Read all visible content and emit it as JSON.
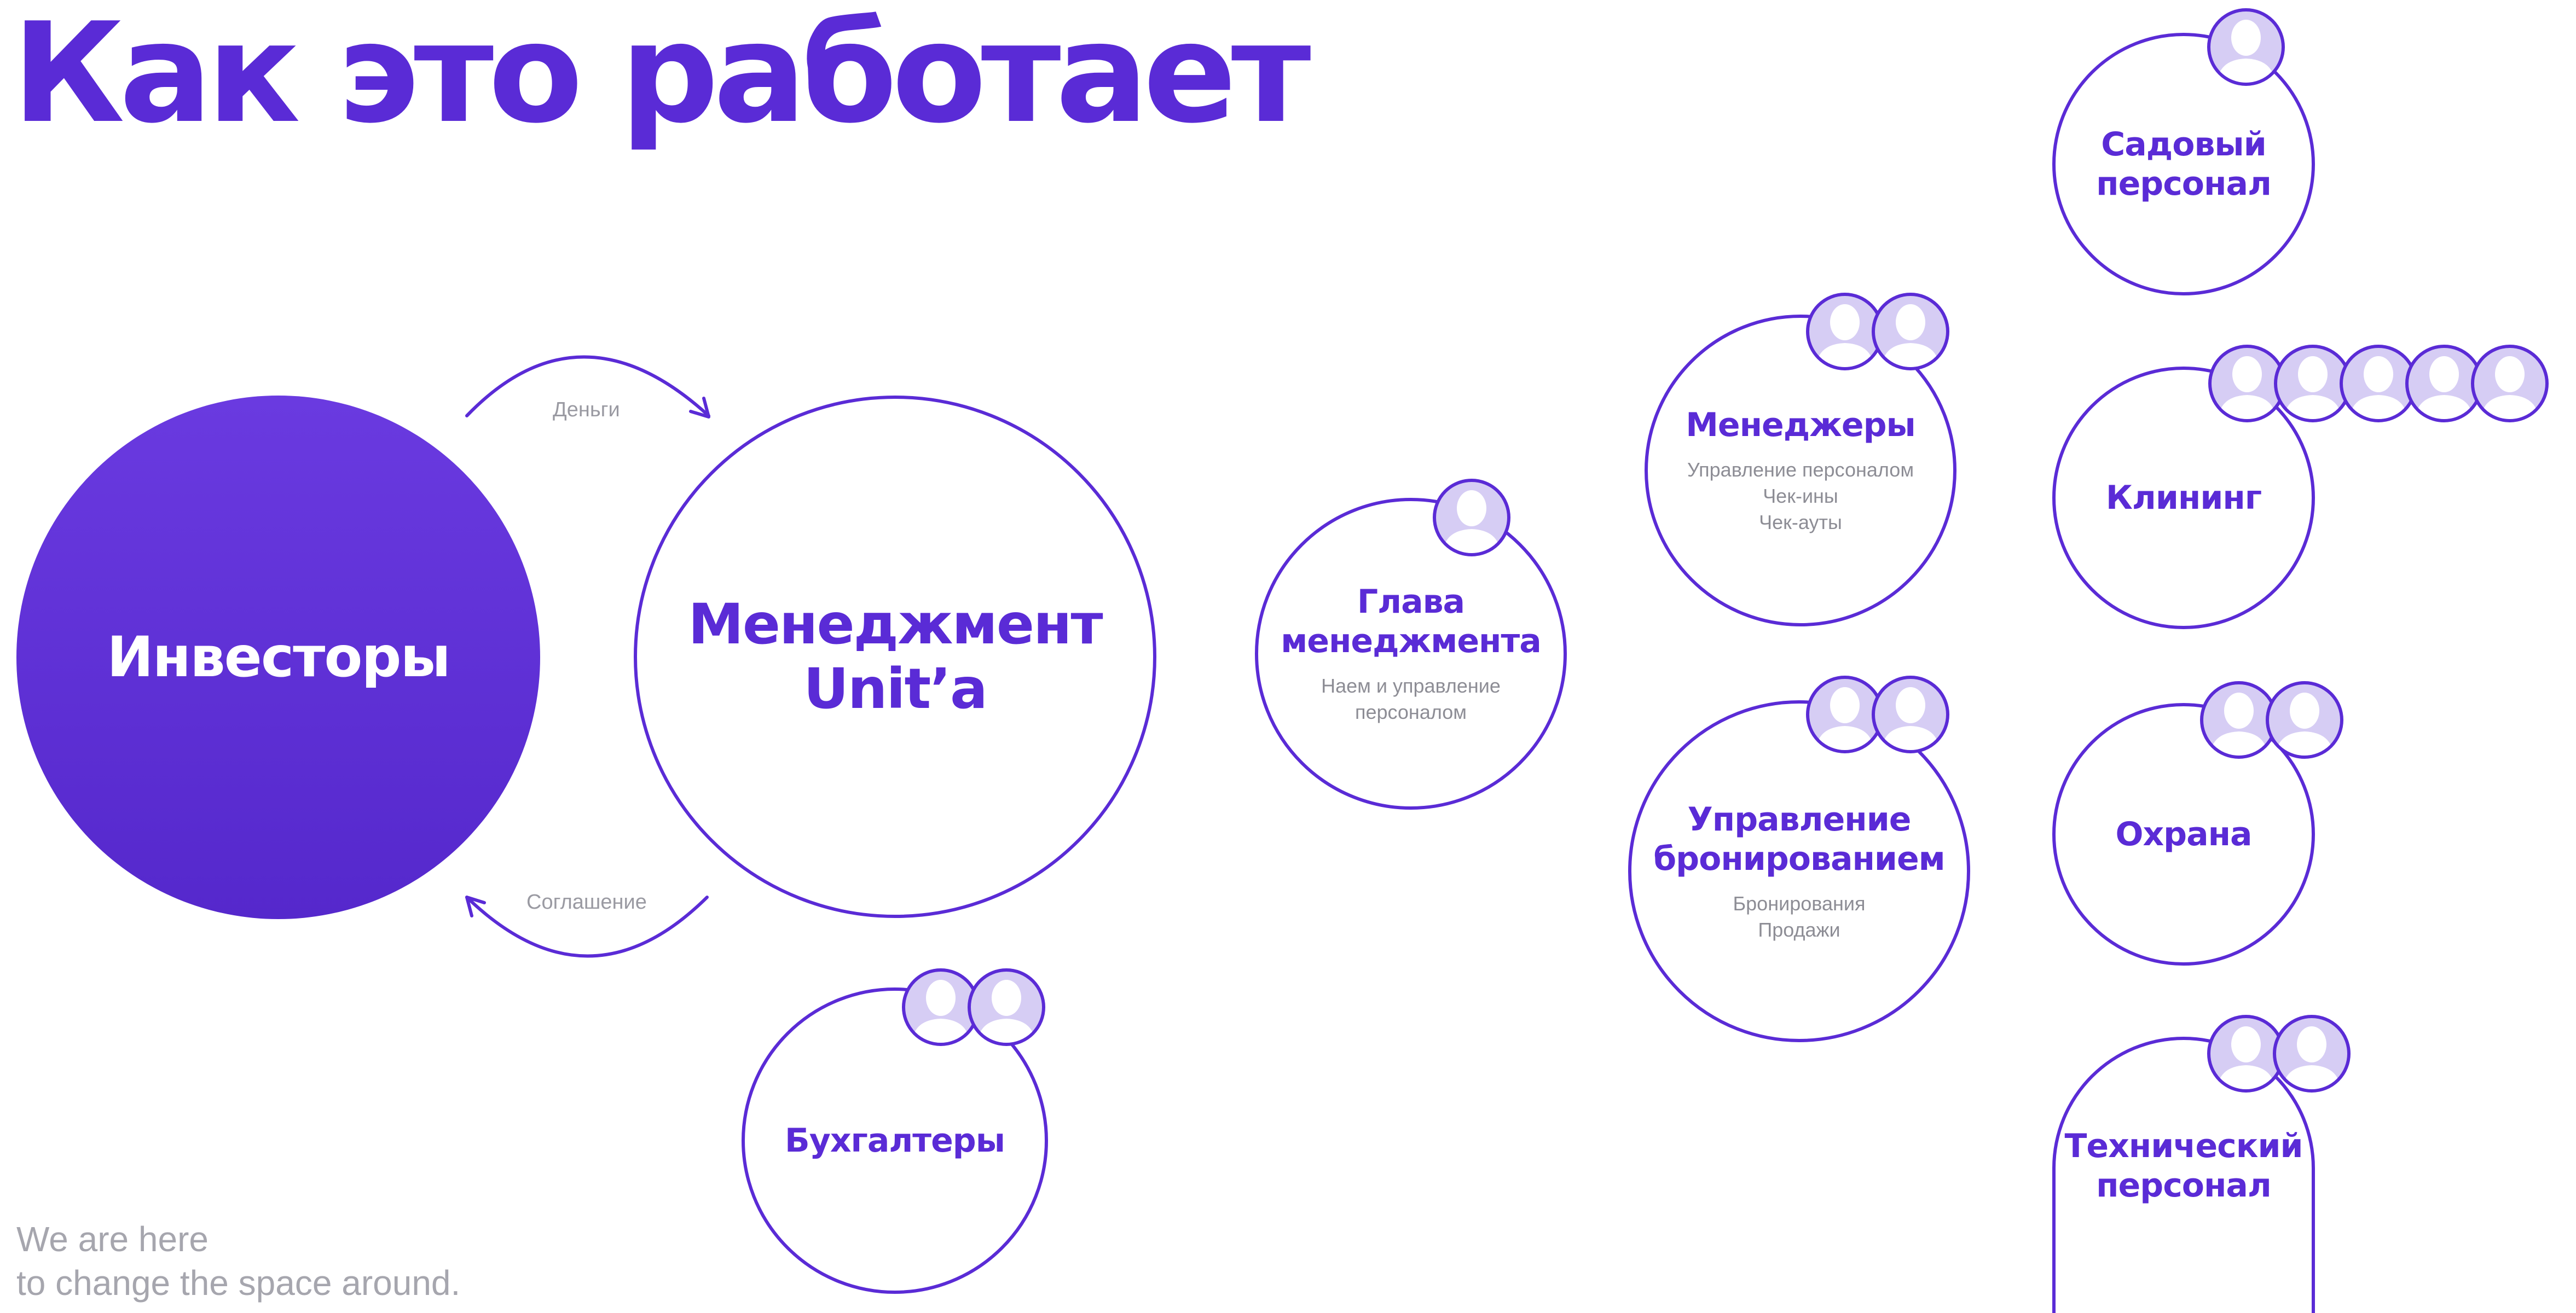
{
  "title": "Как это работает",
  "arrows": {
    "money_label": "Деньги",
    "agreement_label": "Соглашение"
  },
  "nodes": {
    "investors": {
      "name": "Инвесторы"
    },
    "management": {
      "name": "Менеджмент\nUnit’a"
    },
    "accountants": {
      "name": "Бухгалтеры"
    },
    "head": {
      "name": "Глава\nменеджмента",
      "desc": "Наем и управление\nперсоналом"
    },
    "managers": {
      "name": "Менеджеры",
      "desc": "Управление персоналом\nЧек-ины\nЧек-ауты"
    },
    "booking": {
      "name": "Управление\nбронированием",
      "desc": "Бронирования\nПродажи"
    },
    "garden": {
      "name": "Садовый\nперсонал"
    },
    "cleaning": {
      "name": "Клининг"
    },
    "security": {
      "name": "Охрана"
    },
    "technical": {
      "name": "Технический\nперсонал"
    }
  },
  "tagline": {
    "line1": "We are here",
    "line2": "to change the space around."
  },
  "colors": {
    "accent": "#5a2bd6",
    "avatar_fill": "#d6cdf4",
    "muted_text": "#8d8d95"
  }
}
